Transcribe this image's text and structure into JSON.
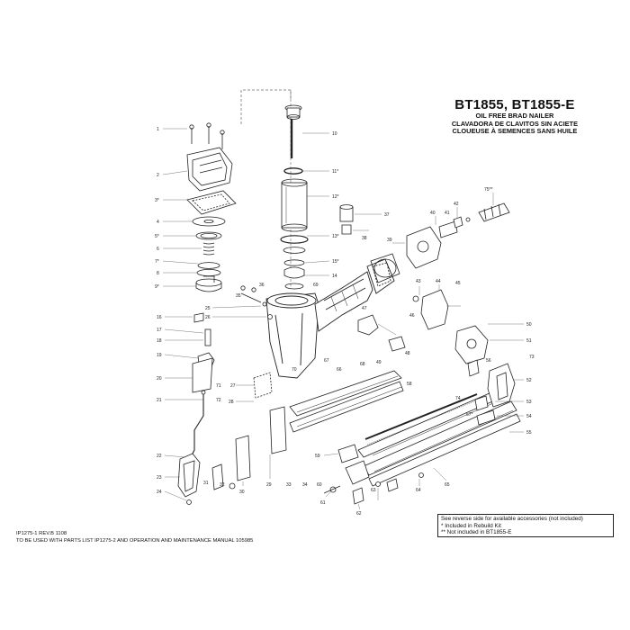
{
  "title": {
    "model": "BT1855, BT1855-E",
    "subtitle_en": "OIL FREE BRAD NAILER",
    "subtitle_es": "CLAVADORA DE CLAVITOS SIN ACIETE",
    "subtitle_fr": "CLOUEUSE À SEMENCES SANS HUILE"
  },
  "legend": {
    "line1": "See reverse side for available accessories (not included)",
    "line2": "* Included in Rebuild Kit",
    "line3": "** Not included in BT1855-E"
  },
  "footer": {
    "doc_id": "IP1275-1 REV.B 1108",
    "usage": "TO BE USED WITH PARTS LIST IP1275-2 AND OPERATION AND MAINTENANCE MANUAL 105985"
  },
  "callouts": {
    "c1": "1",
    "c2": "2",
    "c3": "3*",
    "c4": "4",
    "c5": "5*",
    "c6": "6",
    "c7": "7*",
    "c8": "8",
    "c9": "9*",
    "c10": "10",
    "c11": "11*",
    "c12": "12*",
    "c13": "13*",
    "c14": "14",
    "c15": "15*",
    "c16": "16",
    "c17": "17",
    "c18": "18",
    "c19": "19",
    "c20": "20",
    "c21": "21",
    "c22": "22",
    "c23": "23",
    "c24": "24",
    "c25": "25",
    "c26": "26",
    "c27": "27",
    "c28": "28",
    "c29": "29",
    "c30": "30",
    "c31": "31",
    "c32": "32",
    "c33": "33",
    "c34": "34",
    "c35": "35",
    "c36": "36",
    "c37": "37",
    "c38": "38",
    "c39": "39",
    "c40": "40",
    "c41": "41",
    "c42": "42",
    "c43": "43",
    "c44": "44",
    "c45": "45",
    "c46": "46",
    "c47": "47",
    "c48": "48",
    "c49": "49",
    "c50": "50",
    "c51": "51",
    "c52": "52",
    "c53": "53",
    "c54": "54",
    "c55": "55",
    "c56": "56",
    "c57": "57*",
    "c58": "58",
    "c59": "59",
    "c60": "60",
    "c61": "61",
    "c62": "62",
    "c63": "63",
    "c64": "64",
    "c65": "65",
    "c66": "66",
    "c67": "67",
    "c68": "68",
    "c69": "69",
    "c70": "70",
    "c71": "71",
    "c72": "72",
    "c73": "73",
    "c74": "74",
    "c75": "75**"
  }
}
